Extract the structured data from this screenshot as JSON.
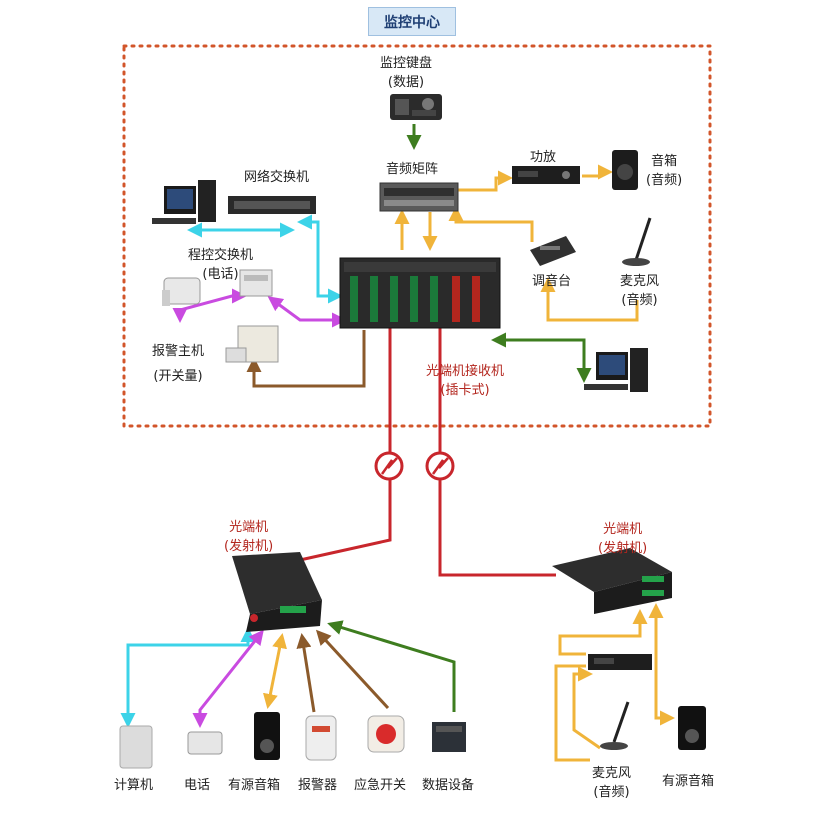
{
  "title": "监控中心",
  "control_center": {
    "keyboard": [
      "监控键盘",
      "(数据)"
    ],
    "audio_matrix": "音频矩阵",
    "amplifier": "功放",
    "speaker": [
      "音箱",
      "(音频)"
    ],
    "network_switch": "网络交换机",
    "pbx": [
      "程控交换机",
      "(电话)"
    ],
    "mixer": "调音台",
    "microphone": [
      "麦克风",
      "(音频)"
    ],
    "alarm_host": [
      "报警主机",
      "(开关量)"
    ],
    "receiver": [
      "光端机接收机",
      "(插卡式)"
    ]
  },
  "left_transmitter": [
    "光端机",
    "(发射机)"
  ],
  "right_transmitter": [
    "光端机",
    "(发射机)"
  ],
  "bottom_left_devices": [
    "计算机",
    "电话",
    "有源音箱",
    "报警器",
    "应急开关",
    "数据设备"
  ],
  "bottom_right_devices": {
    "microphone": [
      "麦克风",
      "(音频)"
    ],
    "active_speaker": "有源音箱"
  },
  "colors": {
    "network": "#3cd3e8",
    "phone": "#c94be0",
    "audio": "#f0b43a",
    "switch": "#8b5a2b",
    "data": "#3e7d1f",
    "fiber": "#c8262c",
    "boundary": "#d2552a"
  }
}
